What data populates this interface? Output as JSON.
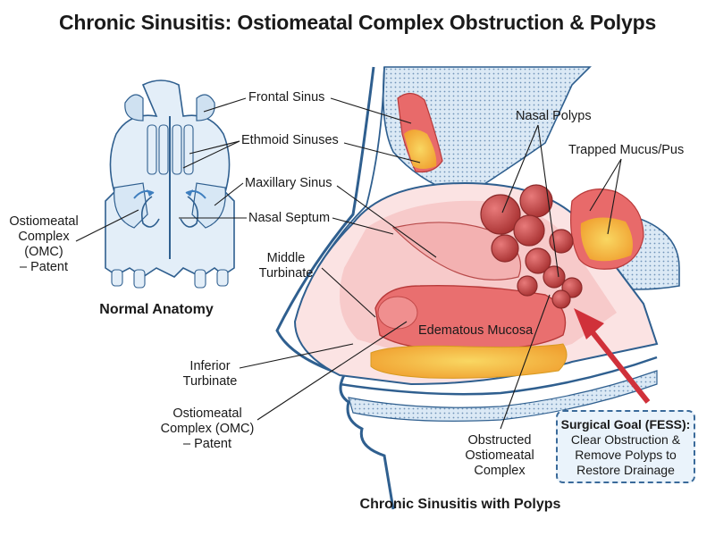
{
  "title": "Chronic Sinusitis: Ostiomeatal Complex Obstruction & Polyps",
  "normal": {
    "caption": "Normal Anatomy",
    "labels": {
      "frontal_sinus": "Frontal Sinus",
      "ethmoid_sinuses": "Ethmoid Sinuses",
      "maxillary_sinus": "Maxillary Sinus",
      "nasal_septum": "Nasal Septum",
      "omc_patent": "Ostiomeatal\nComplex\n(OMC)\n– Patent"
    }
  },
  "disease": {
    "caption": "Chronic Sinusitis with Polyps",
    "labels": {
      "nasal_polyps": "Nasal Polyps",
      "trapped_mucus": "Trapped Mucus/Pus",
      "middle_turbinate": "Middle\nTurbinate",
      "edematous_mucosa": "Edematous Mucosa",
      "inferior_turbinate": "Inferior\nTurbinate",
      "omc_patent": "Ostiomeatal\nComplex (OMC)\n– Patent",
      "obstructed_omc": "Obstructed\nOstiomeatal\nComplex"
    }
  },
  "surgical_goal": {
    "title": "Surgical Goal (FESS):",
    "body": "Clear Obstruction &\nRemove Polyps to\nRestore Drainage"
  },
  "colors": {
    "outline": "#2f5f8f",
    "bone_fill": "#dbe9f5",
    "mucosa": "#f7c9c9",
    "inflamed": "#e25c5c",
    "polyp": "#c94545",
    "mucus": "#f5c542",
    "arrow": "#d0313a"
  }
}
